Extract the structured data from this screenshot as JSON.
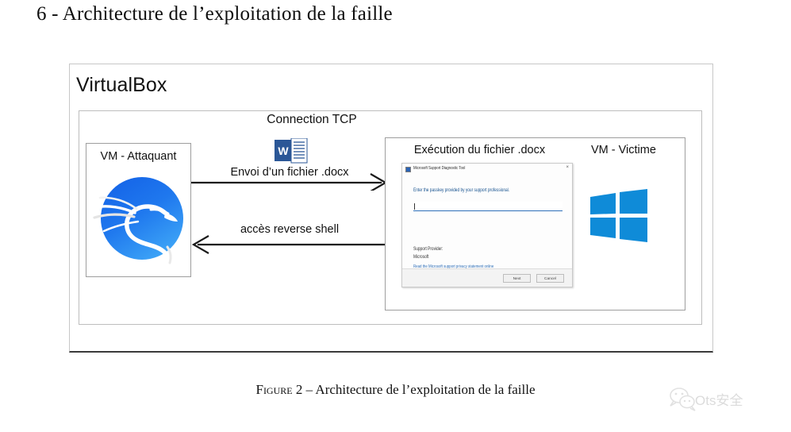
{
  "page": {
    "title": "6 - Architecture de l’exploitation de la faille",
    "caption_prefix": "Figure 2",
    "caption_dash": " – ",
    "caption_text": "Architecture de l’exploitation de la faille"
  },
  "diagram": {
    "container_label": "VirtualBox",
    "network_label": "Connection TCP",
    "attacker": {
      "label": "VM - Attaquant",
      "logo": "kali-linux-dragon-logo"
    },
    "victim": {
      "label": "VM - Victime",
      "exec_label": "Exécution du fichier .docx",
      "logo": "windows-logo"
    },
    "flows": [
      {
        "label": "Envoi d’un fichier .docx",
        "direction": "right",
        "icon": "microsoft-word-icon"
      },
      {
        "label": "accès reverse shell",
        "direction": "left"
      }
    ]
  },
  "msdt_dialog": {
    "title": "Microsoft Support Diagnostic Tool",
    "close_label": "×",
    "prompt": "Enter the passkey provided by your support professional.",
    "input_value": "",
    "provider_label": "Support Provider:",
    "provider_value": "Microsoft",
    "privacy_link": "Read the Microsoft support privacy statement online",
    "buttons": {
      "next": "Next",
      "cancel": "Cancel"
    }
  },
  "watermark": {
    "text": "Ots安全",
    "icon": "wechat-icon"
  },
  "colors": {
    "kali_blue_dark": "#1a6ee0",
    "kali_blue_light": "#3d9df5",
    "windows_blue": "#0f8bd8",
    "word_blue": "#2b5797",
    "link_blue": "#2f6fb8",
    "frame_grey": "#bdbdbd"
  }
}
